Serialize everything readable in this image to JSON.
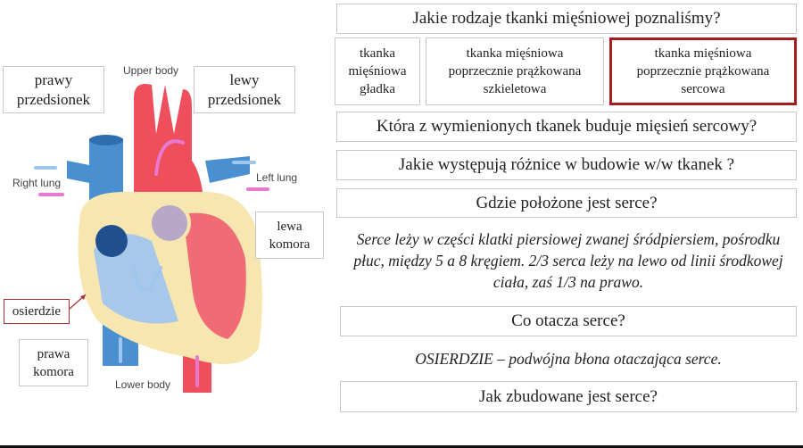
{
  "diagram": {
    "labels": {
      "upper_body": "Upper body",
      "lower_body": "Lower body",
      "right_lung": "Right lung",
      "left_lung": "Left lung"
    },
    "boxes": {
      "prawy_przedsionek": "prawy przedsionek",
      "lewy_przedsionek": "lewy przedsionek",
      "lewa_komora": "lewa komora",
      "osierdzie": "osierdzie",
      "prawa_komora": "prawa komora"
    }
  },
  "questions": {
    "q1": "Jakie rodzaje tkanki mięśniowej poznaliśmy?",
    "tissues": [
      "tkanka mięśniowa gładka",
      "tkanka mięśniowa poprzecznie prążkowana szkieletowa",
      "tkanka mięśniowa poprzecznie prążkowana sercowa"
    ],
    "q2": "Która z wymienionych tkanek buduje mięsień sercowy?",
    "q3": "Jakie występują różnice w budowie w/w tkanek ?",
    "q4": "Gdzie położone jest serce?",
    "a4": "Serce leży w części klatki piersiowej zwanej śródpiersiem, pośrodku płuc, między 5 a 8 kręgiem. 2/3 serca leży na lewo od linii środkowej ciała, zaś 1/3 na prawo.",
    "q5": "Co otacza serce?",
    "a5": "OSIERDZIE – podwójna błona otaczająca serce.",
    "q6": "Jak zbudowane jest serce?"
  },
  "colors": {
    "highlight": "#a61d1d",
    "artery": "#ee4b5a",
    "vein": "#3f8fd0",
    "wall": "#f7e6b0"
  }
}
